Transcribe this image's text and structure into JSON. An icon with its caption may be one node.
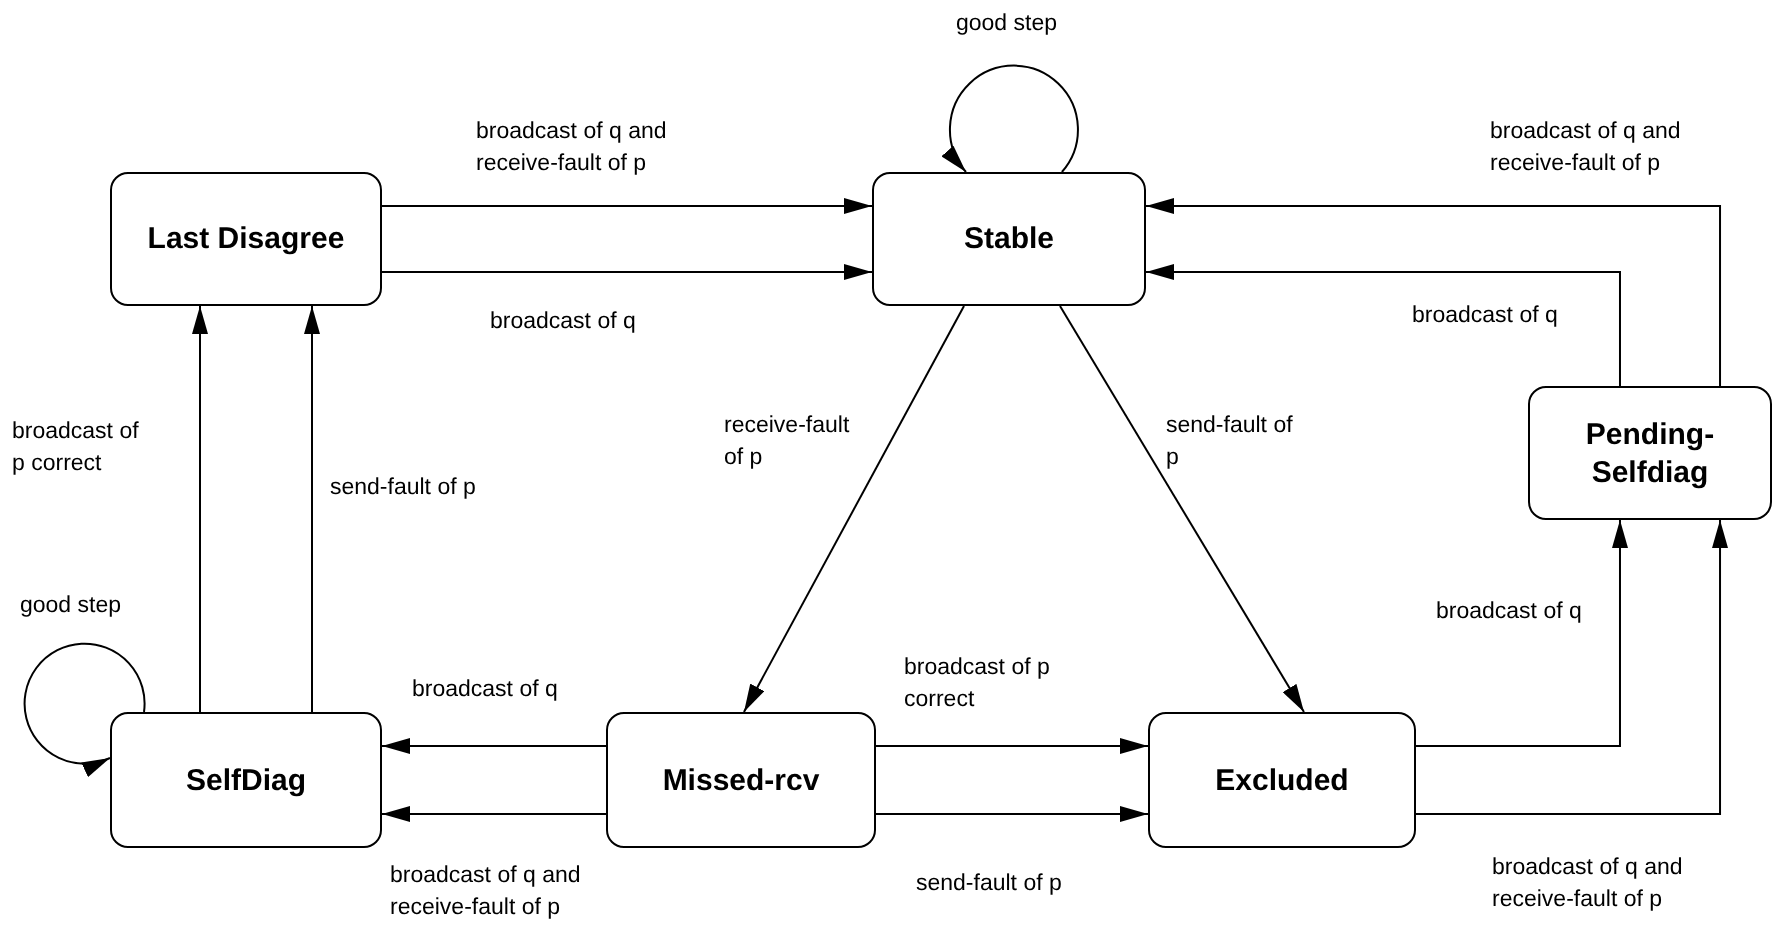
{
  "diagram": {
    "nodes": [
      {
        "text": [
          "Last Disagree"
        ]
      },
      {
        "text": [
          "Stable"
        ]
      },
      {
        "text": [
          "Pending-Selfdiag"
        ]
      },
      {
        "text": [
          "SelfDiag"
        ]
      },
      {
        "text": [
          "Missed-rcv"
        ]
      },
      {
        "text": [
          "Excluded"
        ]
      }
    ],
    "edges": [
      {
        "from": 0,
        "to": 1,
        "arrow": "to",
        "label": "broadcast of q and receive-fault of p"
      },
      {
        "from": 0,
        "to": 1,
        "arrow": "to",
        "label": "broadcast of q"
      },
      {
        "from": 1,
        "to": 1,
        "arrow": "to",
        "label": "good step"
      },
      {
        "from": 2,
        "to": 1,
        "arrow": "to",
        "label": "broadcast of q and receive-fault of p"
      },
      {
        "from": 2,
        "to": 1,
        "arrow": "to",
        "label": "broadcast of q"
      },
      {
        "from": 1,
        "to": 4,
        "arrow": "to",
        "label": "receive-fault of p"
      },
      {
        "from": 1,
        "to": 5,
        "arrow": "to",
        "label": "send-fault of p"
      },
      {
        "from": 3,
        "to": 0,
        "arrow": "to",
        "label": "broadcast of p correct"
      },
      {
        "from": 3,
        "to": 0,
        "arrow": "to",
        "label": "send-fault of p"
      },
      {
        "from": 3,
        "to": 3,
        "arrow": "to",
        "label": "good step"
      },
      {
        "from": 4,
        "to": 3,
        "arrow": "to",
        "label": "broadcast of q"
      },
      {
        "from": 4,
        "to": 3,
        "arrow": "to",
        "label": "broadcast of q and receive-fault of p"
      },
      {
        "from": 4,
        "to": 5,
        "arrow": "to",
        "label": "broadcast of p correct"
      },
      {
        "from": 4,
        "to": 5,
        "arrow": "to",
        "label": "send-fault of p"
      },
      {
        "from": 5,
        "to": 2,
        "arrow": "to",
        "label": "broadcast of q"
      },
      {
        "from": 5,
        "to": 2,
        "arrow": "to",
        "label": "broadcast of q and receive-fault of p"
      }
    ]
  }
}
